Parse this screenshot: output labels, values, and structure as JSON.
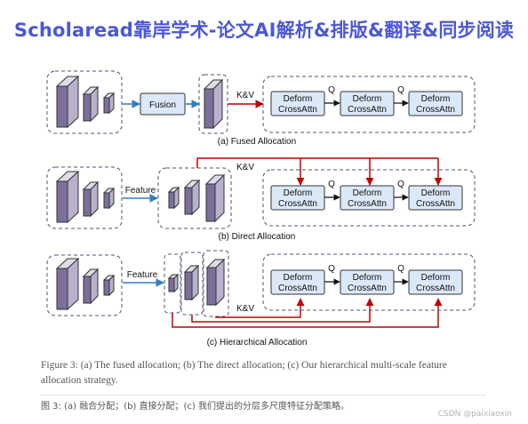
{
  "banner": "Scholaread靠岸学术-论文AI解析&排版&翻译&同步阅读",
  "figure": {
    "module_line1": "Deform",
    "module_line2": "CrossAttn",
    "q_label": "Q",
    "kv_label": "K&V",
    "fusion_label": "Fusion",
    "feature_label": "Feature",
    "caption_a": "(a) Fused Allocation",
    "caption_b": "(b) Direct Allocation",
    "caption_c": "(c) Hierarchical Allocation",
    "colors": {
      "cube_face": "#7c6f9a",
      "cube_top": "#dfdce9",
      "module_fill": "#dbe8f7",
      "blue_arrow": "#2f7ec2",
      "red_arrow": "#c00000",
      "dash": "#4a5670"
    }
  },
  "caption_en": "Figure 3: (a) The fused allocation; (b) The direct allocation; (c) Our hierarchical multi-scale feature allocation strategy.",
  "caption_zh": "图 3: (a) 融合分配；(b) 直接分配；(c) 我们提出的分层多尺度特征分配策略。",
  "watermark": "CSDN @paixiaoxin"
}
